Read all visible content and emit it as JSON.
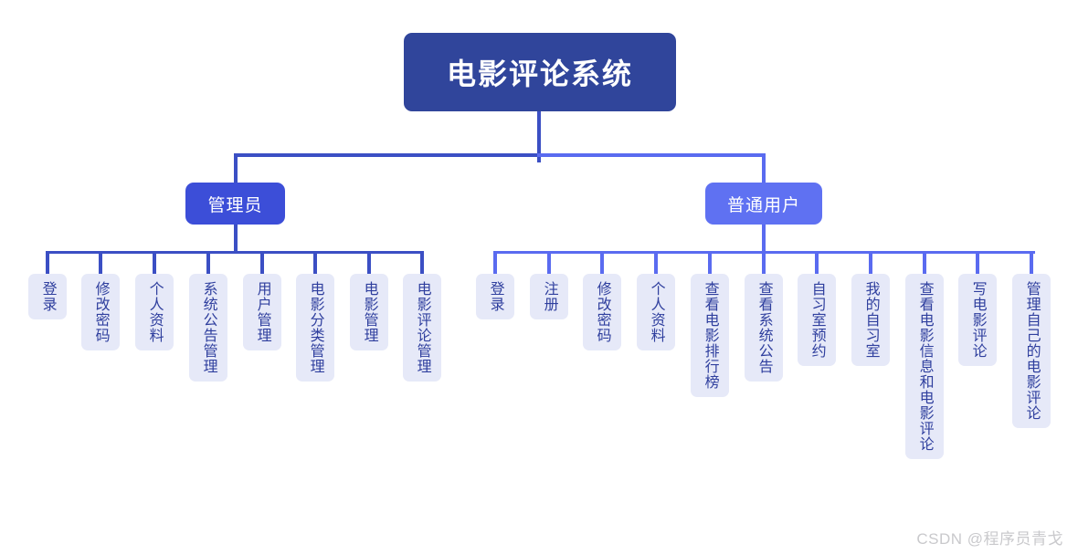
{
  "diagram": {
    "title": "电影评论系统",
    "root": {
      "label": "电影评论系统"
    },
    "branches": [
      {
        "key": "admin",
        "label": "管理员",
        "color": "#3c4ed8",
        "leaves": [
          {
            "label": "登录"
          },
          {
            "label": "修改密码"
          },
          {
            "label": "个人资料"
          },
          {
            "label": "系统公告管理"
          },
          {
            "label": "用户管理"
          },
          {
            "label": "电影分类管理"
          },
          {
            "label": "电影管理"
          },
          {
            "label": "电影评论管理"
          }
        ]
      },
      {
        "key": "user",
        "label": "普通用户",
        "color": "#5f71f2",
        "leaves": [
          {
            "label": "登录"
          },
          {
            "label": "注册"
          },
          {
            "label": "修改密码"
          },
          {
            "label": "个人资料"
          },
          {
            "label": "查看电影排行榜"
          },
          {
            "label": "查看系统公告"
          },
          {
            "label": "自习室预约"
          },
          {
            "label": "我的自习室"
          },
          {
            "label": "查看电影信息和电影评论"
          },
          {
            "label": "写电影评论"
          },
          {
            "label": "管理自己的电影评论"
          }
        ]
      }
    ]
  },
  "colors": {
    "root_bg": "#30459b",
    "admin_bg": "#3c4ed8",
    "user_bg": "#5f71f2",
    "leaf_bg": "#e6e9f8",
    "leaf_text": "#2f3f9e",
    "line_light": "#5a6bf0",
    "line_dark": "#3b4fc4",
    "watermark": "#c9c9cc"
  },
  "watermark": {
    "text": "CSDN @程序员青戈"
  }
}
